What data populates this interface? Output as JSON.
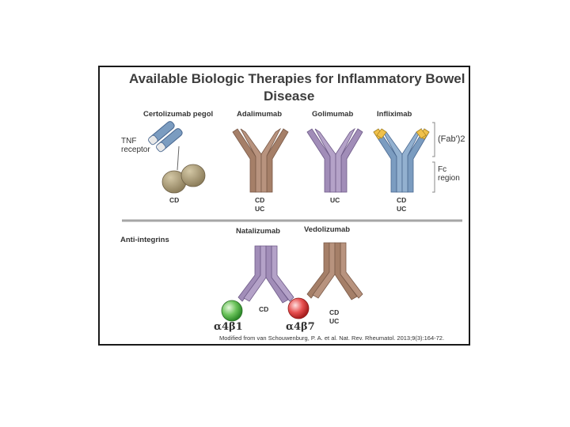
{
  "title_line1": "Available Biologic Therapies for Inflammatory Bowel",
  "title_line2": "Disease",
  "section_antiintegrins": "Anti-integrins",
  "tnf_receptor_line1": "TNF",
  "tnf_receptor_line2": "receptor",
  "fab_label": "(Fab')2",
  "fc_line1": "Fc",
  "fc_line2": "region",
  "drugs": {
    "certolizumab": {
      "name": "Certolizumab pegol",
      "ind": [
        "CD"
      ]
    },
    "adalimumab": {
      "name": "Adalimumab",
      "ind": [
        "CD",
        "UC"
      ]
    },
    "golimumab": {
      "name": "Golimumab",
      "ind": [
        "UC"
      ]
    },
    "infliximab": {
      "name": "Infliximab",
      "ind": [
        "CD",
        "UC"
      ]
    },
    "natalizumab": {
      "name": "Natalizumab",
      "ind": [
        "CD"
      ]
    },
    "vedolizumab": {
      "name": "Vedolizumab",
      "ind": [
        "CD",
        "UC"
      ]
    }
  },
  "integrins": {
    "a4b1": "α4β1",
    "a4b7": "α4β7"
  },
  "citation": "Modified from van Schouwenburg, P. A. et al. Nat. Rev. Rheumatol. 2013;9(3):164-72.",
  "colors": {
    "brown_antibody": "#a57f68",
    "purple_antibody": "#a18db8",
    "blue_antibody": "#7b9cc0",
    "fab_yellow": "#f0c14b",
    "pegol_tan": "#a89a78",
    "integrin_green": "#58b850",
    "integrin_red": "#e04848",
    "divider": "#a6a6a6"
  }
}
